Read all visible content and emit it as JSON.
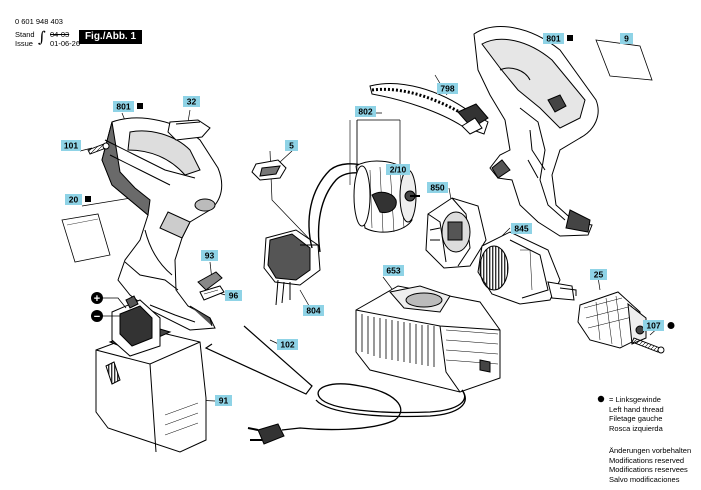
{
  "header": {
    "doc_number": "0 601 948 403",
    "stand_label": "Stand",
    "stand_value": "04-03",
    "issue_label": "Issue",
    "issue_value": "01-06-26",
    "figure_label": "Fig./Abb. 1"
  },
  "callouts": [
    {
      "id": "801-left",
      "label": "801",
      "marker": "square"
    },
    {
      "id": "32",
      "label": "32",
      "marker": ""
    },
    {
      "id": "101",
      "label": "101",
      "marker": ""
    },
    {
      "id": "20",
      "label": "20",
      "marker": "square"
    },
    {
      "id": "5",
      "label": "5",
      "marker": ""
    },
    {
      "id": "802",
      "label": "802",
      "marker": ""
    },
    {
      "id": "798",
      "label": "798",
      "marker": ""
    },
    {
      "id": "801-right",
      "label": "801",
      "marker": "square"
    },
    {
      "id": "9",
      "label": "9",
      "marker": ""
    },
    {
      "id": "2/10",
      "label": "2/10",
      "marker": ""
    },
    {
      "id": "850",
      "label": "850",
      "marker": ""
    },
    {
      "id": "845",
      "label": "845",
      "marker": ""
    },
    {
      "id": "93",
      "label": "93",
      "marker": ""
    },
    {
      "id": "96",
      "label": "96",
      "marker": ""
    },
    {
      "id": "804",
      "label": "804",
      "marker": ""
    },
    {
      "id": "653",
      "label": "653",
      "marker": ""
    },
    {
      "id": "25",
      "label": "25",
      "marker": ""
    },
    {
      "id": "107",
      "label": "107",
      "marker": "dot"
    },
    {
      "id": "102",
      "label": "102",
      "marker": ""
    },
    {
      "id": "91",
      "label": "91",
      "marker": ""
    }
  ],
  "polarity": {
    "plus": "+",
    "minus": "−"
  },
  "legend": {
    "thread_lines": [
      "= Linksgewinde",
      "Left hand thread",
      "Filetage gauche",
      "Rosca izquierda"
    ],
    "reserved_lines": [
      "Änderungen vorbehalten",
      "Modifications reserved",
      "Modifications reservees",
      "Salvo modificaciones"
    ]
  },
  "colors": {
    "callout_fill": "#8fd3e6",
    "line": "#000000",
    "part_fill": "#ffffff",
    "part_dark": "#4a4a4a"
  }
}
